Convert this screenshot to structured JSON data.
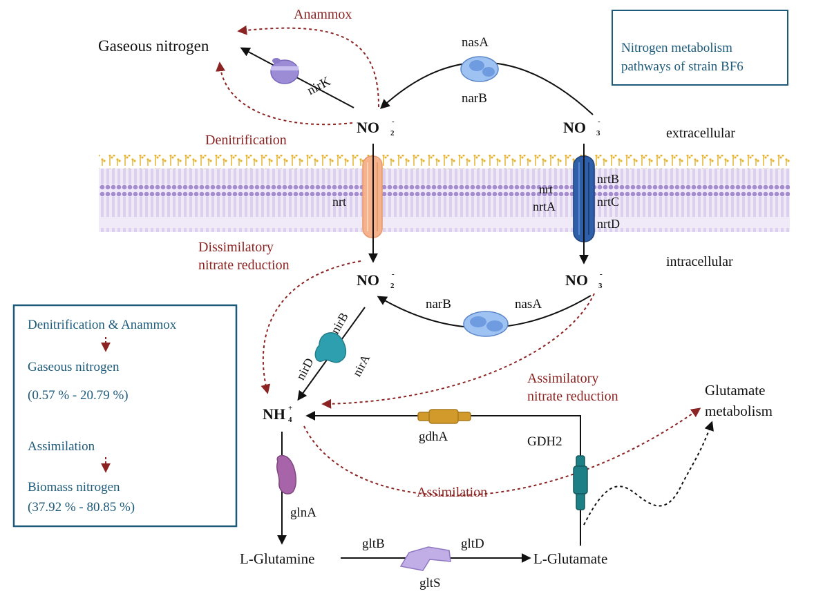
{
  "colors": {
    "pathway_red": "#8b2323",
    "box_blue": "#1d5a7a",
    "membrane_purple": "#b39ad6",
    "glycan_gold": "#e3b331",
    "arrow_black": "#111111"
  },
  "legend": {
    "text_line1": "Nitrogen metabolism",
    "text_line2": "pathways of strain BF6"
  },
  "compartments": {
    "extracellular": "extracellular",
    "intracellular": "intracellular"
  },
  "species": {
    "gaseous_nitrogen": "Gaseous nitrogen",
    "no2_main": "NO",
    "no2_sub": "2",
    "no2_sup": "-",
    "no3_main": "NO",
    "no3_sub": "3",
    "no3_sup": "-",
    "nh4_main": "NH",
    "nh4_sub": "4",
    "nh4_sup": "+",
    "l_glutamine": "L-Glutamine",
    "l_glutamate": "L-Glutamate",
    "glutamate_metabolism_line1": "Glutamate",
    "glutamate_metabolism_line2": "metabolism"
  },
  "pathways": {
    "anammox": "Anammox",
    "denitrification": "Denitrification",
    "dissimilatory_line1": "Dissimilatory",
    "dissimilatory_line2": "nitrate reduction",
    "assimilatory_line1": "Assimilatory",
    "assimilatory_line2": "nitrate reduction",
    "assimilation": "Assimilation"
  },
  "genes": {
    "nasA_top": "nasA",
    "narB_top": "narB",
    "nirK": "nirK",
    "nrt_left": "nrt",
    "nrt_right": "nrt",
    "nrtA": "nrtA",
    "nrtB": "nrtB",
    "nrtC": "nrtC",
    "nrtD": "nrtD",
    "narB_bottom": "narB",
    "nasA_bottom": "nasA",
    "nirB": "nirB",
    "nirD": "nirD",
    "nirA": "nirA",
    "gdhA": "gdhA",
    "GDH2": "GDH2",
    "glnA": "glnA",
    "gltB": "gltB",
    "gltD": "gltD",
    "gltS": "gltS"
  },
  "summary_box": {
    "line1": "Denitrification & Anammox",
    "line2": "Gaseous nitrogen",
    "line3": "(0.57 % - 20.79 %)",
    "line4": "Assimilation",
    "line5": "Biomass nitrogen",
    "line6": "(37.92 % - 80.85 %)"
  }
}
